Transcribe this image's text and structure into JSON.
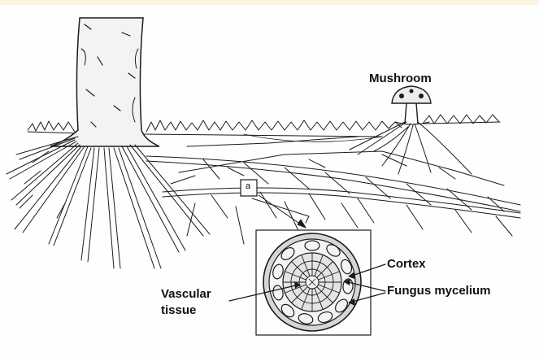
{
  "labels": {
    "mushroom": "Mushroom",
    "cortex": "Cortex",
    "fungus_mycelium": "Fungus mycelium",
    "vascular_line1": "Vascular",
    "vascular_line2": "tissue",
    "box_letter": "a"
  },
  "colors": {
    "ink": "#1b1b1b",
    "background": "#fefefe",
    "top_band": "#fbf4e0"
  }
}
